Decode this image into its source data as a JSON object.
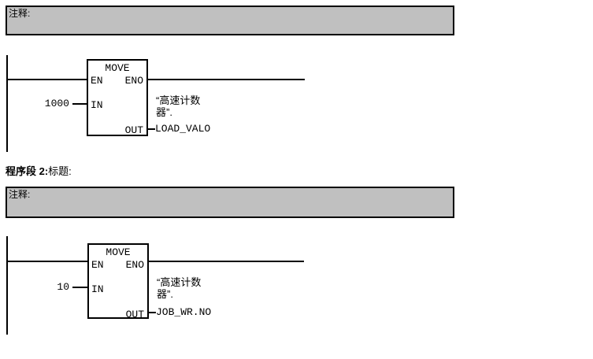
{
  "colors": {
    "comment_bg": "#c0c0c0",
    "wire": "#000000",
    "block_bg": "#ffffff"
  },
  "networks": [
    {
      "comment_label": "注释:",
      "block": {
        "title": "MOVE",
        "pin_en": "EN",
        "pin_eno": "ENO",
        "pin_in": "IN",
        "pin_out": "OUT",
        "in_value": "1000",
        "operand_lines": [
          "“高速计数",
          "器”.",
          "LOAD_VALO"
        ]
      }
    },
    {
      "title_bold": "程序段 2:",
      "title_rest": "标题:",
      "comment_label": "注释:",
      "block": {
        "title": "MOVE",
        "pin_en": "EN",
        "pin_eno": "ENO",
        "pin_in": "IN",
        "pin_out": "OUT",
        "in_value": "10",
        "operand_lines": [
          "“高速计数",
          "器”.",
          "JOB_WR.NO"
        ]
      }
    }
  ]
}
